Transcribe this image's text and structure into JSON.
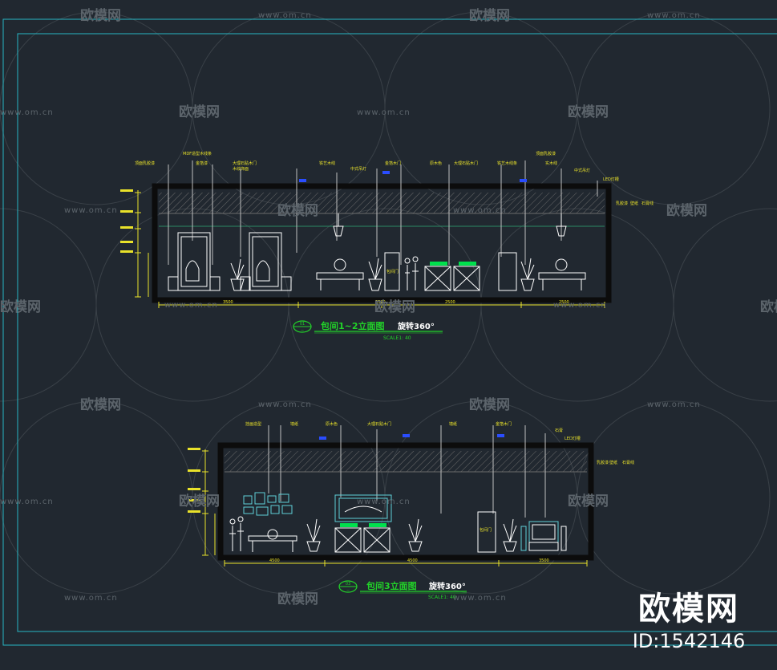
{
  "drawing_1": {
    "title": "包间1~2立面图",
    "rotation": "旋转360°",
    "scale": "SCALE1: 40",
    "badge_top": "01",
    "badge_bottom": "--",
    "annotations": [
      "顶面乳胶漆",
      "MDF造型木线条",
      "金箔漆",
      "大理石贴木门",
      "木纹饰面",
      "铁艺木线",
      "金箔木门",
      "原木色",
      "大理石贴木门",
      "铁艺木线条",
      "顶面乳胶漆",
      "实木线",
      "中式吊灯",
      "LED灯槽",
      "中式吊灯"
    ],
    "side_labels": [
      "乳胶漆",
      "壁纸",
      "石膏线"
    ],
    "dims_bottom": [
      "3500",
      "3500",
      "2500",
      "2500"
    ],
    "label_mid": "包间门"
  },
  "drawing_2": {
    "title": "包间3立面图",
    "rotation": "旋转360°",
    "scale": "SCALE1: 40",
    "badge_top": "03",
    "badge_bottom": "--",
    "annotations": [
      "挂画造型",
      "墙纸",
      "原木色",
      "大理石贴木门",
      "墙纸",
      "金箔木门",
      "石膏",
      "LED灯槽"
    ],
    "side_labels": [
      "乳胶漆",
      "壁纸",
      "石膏线"
    ],
    "dims_bottom": [
      "4500",
      "4500",
      "3500"
    ],
    "label_mid": "包间门"
  },
  "watermark": {
    "logo_text": "欧模网",
    "url": "www.om.cn",
    "brand": "欧模网",
    "id": "ID:1542146"
  },
  "colors": {
    "background": "#212830",
    "frame": "#27b6c3",
    "wall": "#0c0c0c",
    "title_green": "#22d329",
    "annotation_yellow": "#e9e22a",
    "furniture": "#ffffff",
    "marker_blue": "#2a4dff"
  }
}
